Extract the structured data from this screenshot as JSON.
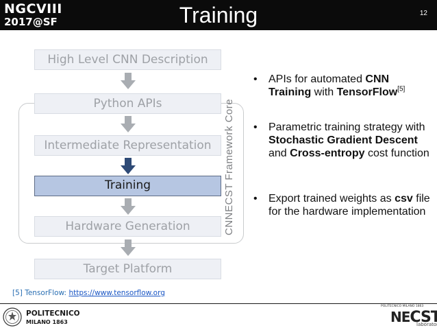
{
  "header": {
    "logo_line1": "NGCVIII",
    "logo_line2": "2017@SF",
    "title": "Training",
    "page_number": "12"
  },
  "flow": {
    "stages": [
      {
        "label": "High Level CNN Description",
        "active": false
      },
      {
        "label": "Python APIs",
        "active": false
      },
      {
        "label": "Intermediate Representation",
        "active": false
      },
      {
        "label": "Training",
        "active": true
      },
      {
        "label": "Hardware Generation",
        "active": false
      },
      {
        "label": "Target Platform",
        "active": false
      }
    ],
    "framework_label": "CNNECST Framework Core",
    "colors": {
      "arrow_inactive": "#a9adb2",
      "arrow_active": "#2e4a76",
      "active_fill": "#b6c6e2"
    }
  },
  "bullets": [
    {
      "parts": [
        {
          "t": "APIs for automated ",
          "b": false
        },
        {
          "t": "CNN Training",
          "b": true
        },
        {
          "t": " with ",
          "b": false
        },
        {
          "t": "TensorFlow",
          "b": true
        },
        {
          "t": "[5]",
          "sup": true
        }
      ]
    },
    {
      "parts": [
        {
          "t": "Parametric training strategy with ",
          "b": false
        },
        {
          "t": "Stochastic Gradient Descent",
          "b": true
        },
        {
          "t": " and ",
          "b": false
        },
        {
          "t": "Cross-entropy",
          "b": true
        },
        {
          "t": " cost function",
          "b": false
        }
      ]
    },
    {
      "parts": [
        {
          "t": "Export trained weights as ",
          "b": false
        },
        {
          "t": "csv",
          "b": true
        },
        {
          "t": " file for the hardware implementation",
          "b": false
        }
      ]
    }
  ],
  "footnote": {
    "prefix": "[5] TensorFlow: ",
    "link_text": "https://www.tensorflow.org"
  },
  "footer": {
    "poli_name1": "POLITECNICO",
    "poli_name2": "MILANO 1863",
    "necst_small": "POLITECNICO MILANO 1863",
    "necst_ne": "NE",
    "necst_cst": "CST",
    "necst_lab": "laboratory"
  }
}
